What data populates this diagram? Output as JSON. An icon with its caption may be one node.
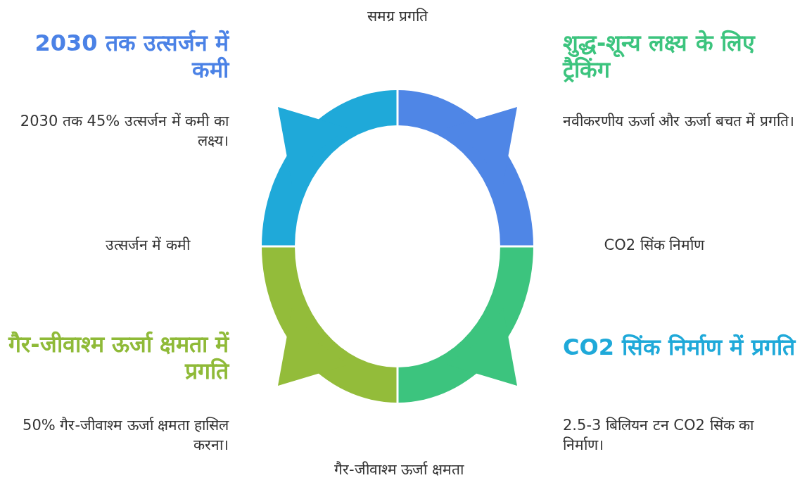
{
  "diagram": {
    "labels": [
      "समग्र प्रगति",
      "2030 तक उत्सर्जन में कमी",
      "शुद्ध-शून्य लक्ष्य के लिए ट्रैकिंग",
      "2030 तक 45% उत्सर्जन में कमी का लक्ष्य।",
      "नवीकरणीय ऊर्जा और ऊर्जा बचत में प्रगति।",
      "उत्सर्जन में कमी",
      "CO2 सिंक निर्माण",
      "गैर-जीवाश्म ऊर्जा क्षमता में प्रगति",
      "CO2 सिंक निर्माण में प्रगति",
      "50% गैर-जीवाश्म ऊर्जा क्षमता हासिल करना।",
      "2.5-3 बिलियन टन CO2 सिंक का निर्माण।",
      "गैर-जीवाश्म ऊर्जा क्षमता"
    ]
  }
}
